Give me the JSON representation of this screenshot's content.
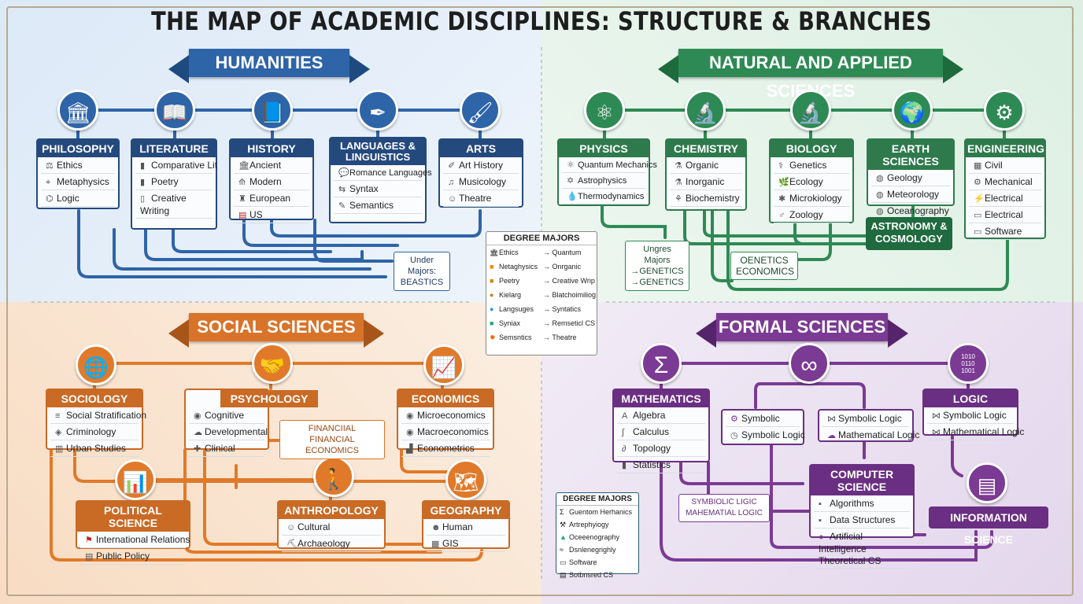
{
  "title": "THE MAP OF ACADEMIC DISCIPLINES: STRUCTURE & BRANCHES",
  "colors": {
    "humanities": "#2e64a8",
    "natural": "#2e8a54",
    "social": "#d8742a",
    "formal": "#7b3a93"
  },
  "humanities": {
    "banner": "HUMANITIES",
    "icons": [
      "columns-icon",
      "open-book-icon",
      "book-icon",
      "quill-icon",
      "brush-icon"
    ],
    "cards": [
      {
        "title": "PHILOSOPHY",
        "items": [
          "Ethics",
          "Metaphysics",
          "Logic"
        ]
      },
      {
        "title": "LITERATURE",
        "items": [
          "Comparative Lit",
          "Poetry",
          "Creative Writing"
        ]
      },
      {
        "title": "HISTORY",
        "items": [
          "Ancient",
          "Modern",
          "European",
          "US"
        ]
      },
      {
        "title": "LANGUAGES & LINGUISTICS",
        "items": [
          "Romance Languages",
          "Syntax",
          "Semantics"
        ]
      },
      {
        "title": "ARTS",
        "items": [
          "Art History",
          "Musicology",
          "Theatre"
        ]
      }
    ],
    "note": "Under Majors: BEASTICS"
  },
  "natural": {
    "banner": "NATURAL AND APPLIED SCIENCES",
    "icons": [
      "atom-icon",
      "microscope-icon",
      "microscope-icon",
      "globe-icon",
      "gears-icon"
    ],
    "cards": [
      {
        "title": "PHYSICS",
        "items": [
          "Quantum Mechanics",
          "Astrophysics",
          "Thermodynamics"
        ]
      },
      {
        "title": "CHEMISTRY",
        "items": [
          "Organic",
          "Inorganic",
          "Biochemistry"
        ]
      },
      {
        "title": "BIOLOGY",
        "items": [
          "Genetics",
          "Ecology",
          "Microkiology",
          "Zoology"
        ]
      },
      {
        "title": "EARTH SCIENCES",
        "items": [
          "Geology",
          "Meteorology",
          "Oceanography"
        ]
      },
      {
        "title": "ENGINEERING",
        "items": [
          "Civil",
          "Mechanical",
          "Electrical",
          "Electrical",
          "Software"
        ]
      }
    ],
    "astronomy": "ASTRONOMY & COSMOLOGY",
    "note1": [
      "Ungres Majors",
      "→GENETICS",
      "→GENETICS"
    ],
    "note2": [
      "OENETICS",
      "ECONOMICS"
    ]
  },
  "legend_center": {
    "title": "DEGREE MAJORS",
    "rows": [
      [
        "Ethics",
        "→ Quantum"
      ],
      [
        "Netaghysics",
        "→ Onrganic"
      ],
      [
        "Peetry",
        "→ Creative Wrip"
      ],
      [
        "Kielarg",
        "→ Blatchoimiliog"
      ],
      [
        "Langsuges",
        "→ Syntatics"
      ],
      [
        "Syniax",
        "→ Remseticl CS"
      ],
      [
        "Semsntics",
        "→ Theatre"
      ]
    ]
  },
  "social": {
    "banner": "SOCIAL SCIENCES",
    "icons": [
      "globe-hand-icon",
      "handshake-icon",
      "chart-icon",
      "bar-chart-icon",
      "person-icon",
      "map-icon"
    ],
    "cards": [
      {
        "title": "SOCIOLOGY",
        "items": [
          "Social Stratification",
          "Criminology",
          "Urban Studies"
        ]
      },
      {
        "title": "PSYCHOLOGY",
        "items": [
          "Cognitive",
          "Developmental",
          "Clinical"
        ]
      },
      {
        "title": "ECONOMICS",
        "items": [
          "Microeconomics",
          "Macroeconomics",
          "Econometrics"
        ]
      },
      {
        "title": "POLITICAL SCIENCE",
        "items": [
          "International Relations",
          "Public Policy"
        ]
      },
      {
        "title": "ANTHROPOLOGY",
        "items": [
          "Cultural",
          "Archaeology"
        ]
      },
      {
        "title": "GEOGRAPHY",
        "items": [
          "Human",
          "GIS"
        ]
      }
    ],
    "note": [
      "FINANCIIAL",
      "FINANCIAL ECONOMICS"
    ]
  },
  "formal": {
    "banner": "FORMAL SCIENCES",
    "icons": [
      "sigma-icon",
      "infinity-icon",
      "binary-icon",
      "server-icon"
    ],
    "cards": [
      {
        "title": "MATHEMATICS",
        "items": [
          "Algebra",
          "Calculus",
          "Topology",
          "Statistics"
        ]
      },
      {
        "title": "LOGIC",
        "items": [
          "Symbolic Logic",
          "Mathematical Logic"
        ]
      },
      {
        "title": "COMPUTER SCIENCE",
        "items": [
          "Algorithms",
          "Data Structures",
          "Artificial Intelligence Theoretical CS"
        ]
      }
    ],
    "box1": [
      "Symbolic",
      "Symbolic Logic"
    ],
    "box2": [
      "Symbolic Logic",
      "Mathematical Logic"
    ],
    "info": "INFORMATION SCIENCE",
    "note": [
      "SYMBIOLIC LIGIC",
      "MAHEMATIAL LOGIC"
    ],
    "legend": {
      "title": "DEGREE MAJORS",
      "rows": [
        "Guentom Herhanics",
        "Artrephyiogy",
        "Oceeenography",
        "Dsnlenegrighly",
        "Software",
        "Sotbnsred CS"
      ]
    }
  }
}
